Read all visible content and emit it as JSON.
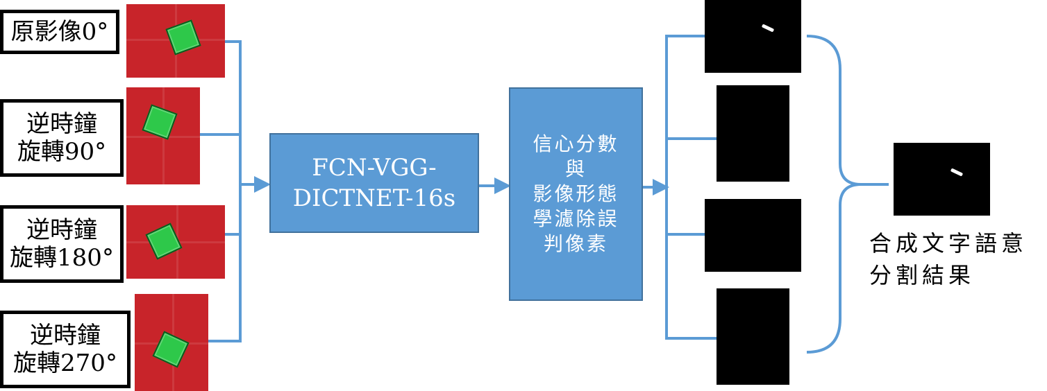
{
  "inputs": [
    {
      "lines": [
        "原影像0°"
      ]
    },
    {
      "lines": [
        "逆時鐘",
        "旋轉90°"
      ]
    },
    {
      "lines": [
        "逆時鐘",
        "旋轉180°"
      ]
    },
    {
      "lines": [
        "逆時鐘",
        "旋轉270°"
      ]
    }
  ],
  "network": {
    "lines": [
      "FCN-VGG-",
      "DICTNET-16s"
    ]
  },
  "postprocess": {
    "lines": [
      "信心分數",
      "與",
      "影像形態",
      "學濾除誤",
      "判像素"
    ]
  },
  "result": {
    "lines": [
      "合成文字語意",
      "分割結果"
    ]
  },
  "colors": {
    "accent": "#5b9bd5",
    "accent_border": "#41719c",
    "connector": "#5b9bd5",
    "photo_bg": "#c8242a",
    "product": "#2ec84a"
  }
}
